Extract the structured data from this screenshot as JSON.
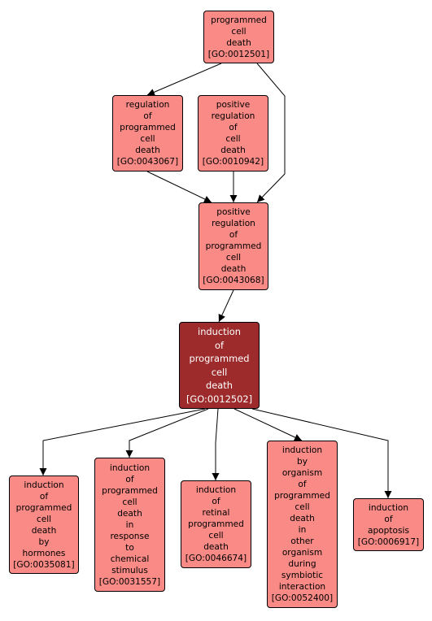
{
  "diagram": {
    "colors": {
      "node_fill": "#fa8a85",
      "focus_fill": "#9e2b2b",
      "focus_text": "#ffffff",
      "border": "#000000",
      "edge": "#000000"
    },
    "nodes": [
      {
        "id": "GO:0012501",
        "lines": [
          "programmed",
          "cell",
          "death",
          "[GO:0012501]"
        ]
      },
      {
        "id": "GO:0043067",
        "lines": [
          "regulation",
          "of",
          "programmed",
          "cell",
          "death",
          "[GO:0043067]"
        ]
      },
      {
        "id": "GO:0010942",
        "lines": [
          "positive",
          "regulation",
          "of",
          "cell",
          "death",
          "[GO:0010942]"
        ]
      },
      {
        "id": "GO:0043068",
        "lines": [
          "positive",
          "regulation",
          "of",
          "programmed",
          "cell",
          "death",
          "[GO:0043068]"
        ]
      },
      {
        "id": "GO:0012502",
        "focus": true,
        "lines": [
          "induction",
          "of",
          "programmed",
          "cell",
          "death",
          "[GO:0012502]"
        ]
      },
      {
        "id": "GO:0035081",
        "lines": [
          "induction",
          "of",
          "programmed",
          "cell",
          "death",
          "by",
          "hormones",
          "[GO:0035081]"
        ]
      },
      {
        "id": "GO:0031557",
        "lines": [
          "induction",
          "of",
          "programmed",
          "cell",
          "death",
          "in",
          "response",
          "to",
          "chemical",
          "stimulus",
          "[GO:0031557]"
        ]
      },
      {
        "id": "GO:0046674",
        "lines": [
          "induction",
          "of",
          "retinal",
          "programmed",
          "cell",
          "death",
          "[GO:0046674]"
        ]
      },
      {
        "id": "GO:0052400",
        "lines": [
          "induction",
          "by",
          "organism",
          "of",
          "programmed",
          "cell",
          "death",
          "in",
          "other",
          "organism",
          "during",
          "symbiotic",
          "interaction",
          "[GO:0052400]"
        ]
      },
      {
        "id": "GO:0006917",
        "lines": [
          "induction",
          "of",
          "apoptosis",
          "[GO:0006917]"
        ]
      }
    ],
    "edges": [
      {
        "from": "GO:0012501",
        "to": "GO:0043067"
      },
      {
        "from": "GO:0012501",
        "to": "GO:0043068"
      },
      {
        "from": "GO:0043067",
        "to": "GO:0043068"
      },
      {
        "from": "GO:0010942",
        "to": "GO:0043068"
      },
      {
        "from": "GO:0043068",
        "to": "GO:0012502"
      },
      {
        "from": "GO:0012502",
        "to": "GO:0035081"
      },
      {
        "from": "GO:0012502",
        "to": "GO:0031557"
      },
      {
        "from": "GO:0012502",
        "to": "GO:0046674"
      },
      {
        "from": "GO:0012502",
        "to": "GO:0052400"
      },
      {
        "from": "GO:0012502",
        "to": "GO:0006917"
      }
    ]
  }
}
